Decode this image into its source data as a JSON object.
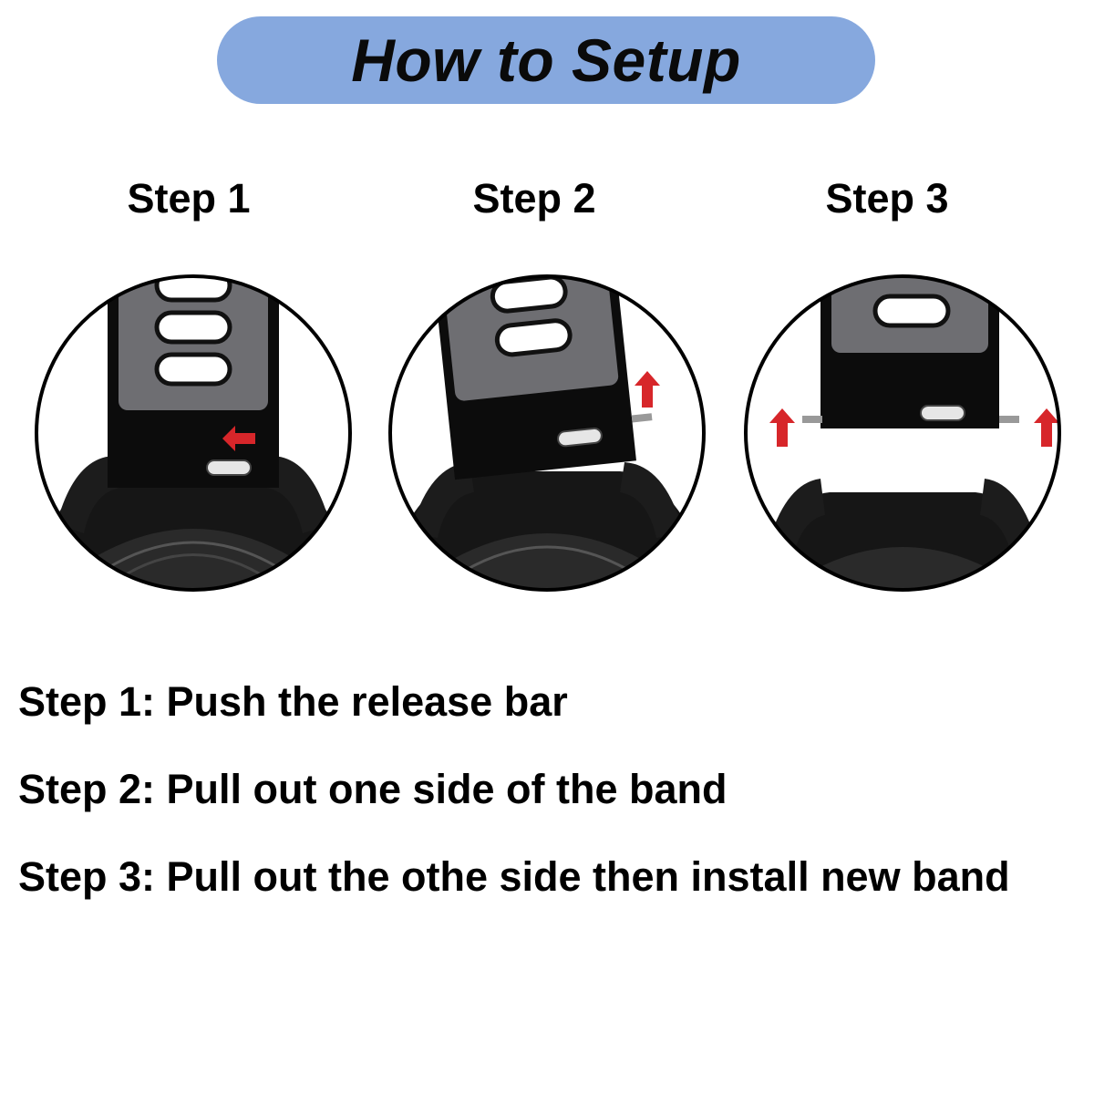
{
  "title": "How to Setup",
  "steps": [
    {
      "label": "Step 1",
      "instruction": "Step 1: Push the release bar"
    },
    {
      "label": "Step 2",
      "instruction": "Step 2: Pull out one side of the band"
    },
    {
      "label": "Step 3",
      "instruction": "Step 3: Pull out the othe side then install new band"
    }
  ],
  "colors": {
    "pill": "#86a8de",
    "band": "#0c0c0c",
    "band_panel": "#6e6e72",
    "arrow": "#d7262a"
  }
}
